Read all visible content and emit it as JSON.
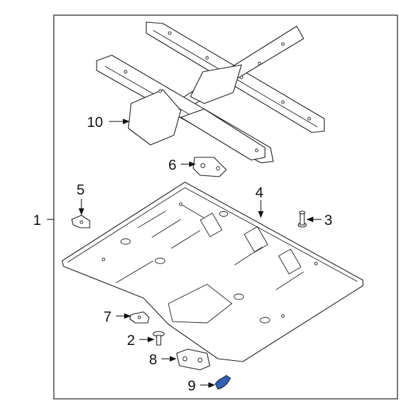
{
  "callouts": [
    {
      "id": "1",
      "label": "1"
    },
    {
      "id": "2",
      "label": "2"
    },
    {
      "id": "3",
      "label": "3"
    },
    {
      "id": "4",
      "label": "4"
    },
    {
      "id": "5",
      "label": "5"
    },
    {
      "id": "6",
      "label": "6"
    },
    {
      "id": "7",
      "label": "7"
    },
    {
      "id": "8",
      "label": "8"
    },
    {
      "id": "9",
      "label": "9"
    },
    {
      "id": "10",
      "label": "10"
    }
  ],
  "colors": {
    "line": "#1a1a1a",
    "highlight": "#2f5fb8",
    "background": "#ffffff"
  }
}
